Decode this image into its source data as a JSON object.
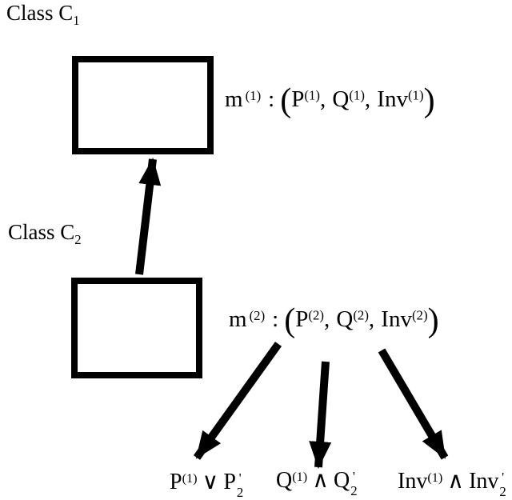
{
  "labels": {
    "class1": {
      "text": "Class C",
      "sub": "1"
    },
    "class2": {
      "text": "Class C",
      "sub": "2"
    }
  },
  "formulas": {
    "m1": {
      "method": "m",
      "method_sup": "(1)",
      "colon": ":",
      "open": "(",
      "p": "P",
      "p_sup": "(1)",
      "comma1": ",",
      "q": "Q",
      "q_sup": "(1)",
      "comma2": ",",
      "inv": "Inv",
      "inv_sup": "(1)",
      "close": ")"
    },
    "m2": {
      "method": "m",
      "method_sup": "(2)",
      "colon": ":",
      "open": "(",
      "p": "P",
      "p_sup": "(2)",
      "comma1": ",",
      "q": "Q",
      "q_sup": "(2)",
      "comma2": ",",
      "inv": "Inv",
      "inv_sup": "(2)",
      "close": ")"
    }
  },
  "combined": {
    "p": {
      "left": "P",
      "left_sup": "(1)",
      "op": "∨",
      "right": "P",
      "right_prime": "'",
      "right_sub": "2"
    },
    "q": {
      "left": "Q",
      "left_sup": "(1)",
      "op": "∧",
      "right": "Q",
      "right_prime": "'",
      "right_sub": "2"
    },
    "inv": {
      "left": "Inv",
      "left_sup": "(1)",
      "op": "∧",
      "right": "Inv",
      "right_prime": "'",
      "right_sub": "2"
    }
  },
  "colors": {
    "ink": "#000000",
    "background": "#ffffff"
  }
}
